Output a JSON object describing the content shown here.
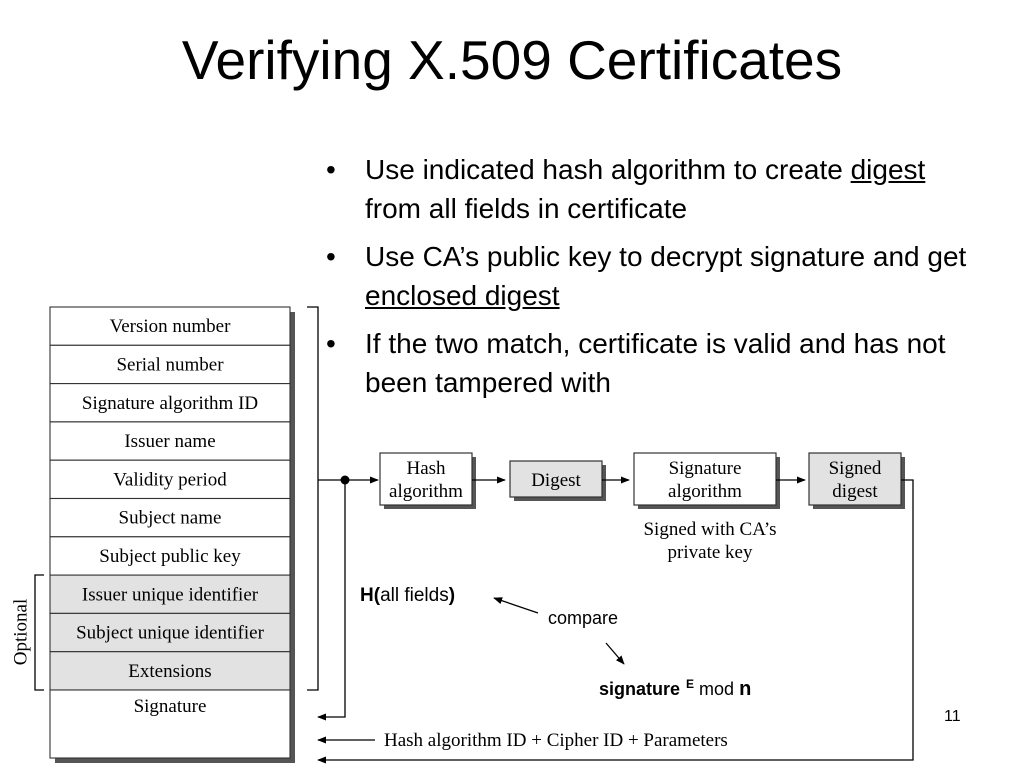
{
  "slide": {
    "title": "Verifying X.509 Certificates",
    "page_number": "11"
  },
  "bullets": [
    {
      "parts": [
        {
          "text": "Use indicated hash algorithm to create "
        },
        {
          "text": "digest",
          "underline": true
        },
        {
          "text": " from all fields in certificate"
        }
      ]
    },
    {
      "parts": [
        {
          "text": "Use CA’s public key to decrypt signature and get "
        },
        {
          "text": "enclosed digest",
          "underline": true
        }
      ]
    },
    {
      "parts": [
        {
          "text": "If the two match, certificate is valid and has not been tampered with"
        }
      ]
    }
  ],
  "certificate": {
    "fields": [
      {
        "label": "Version number",
        "shaded": false
      },
      {
        "label": "Serial number",
        "shaded": false
      },
      {
        "label": "Signature algorithm ID",
        "shaded": false
      },
      {
        "label": "Issuer name",
        "shaded": false
      },
      {
        "label": "Validity period",
        "shaded": false
      },
      {
        "label": "Subject name",
        "shaded": false
      },
      {
        "label": "Subject public key",
        "shaded": false
      },
      {
        "label": "Issuer unique identifier",
        "shaded": true
      },
      {
        "label": "Subject unique identifier",
        "shaded": true
      },
      {
        "label": "Extensions",
        "shaded": true
      }
    ],
    "signature_label": "Signature",
    "optional_label": "Optional"
  },
  "flow": {
    "hash_box": [
      "Hash",
      "algorithm"
    ],
    "digest_box": "Digest",
    "sig_alg_box": [
      "Signature",
      "algorithm"
    ],
    "signed_digest_box": [
      "Signed",
      "digest"
    ],
    "signed_with_note": [
      "Signed with CA’s",
      "private key"
    ],
    "bottom_label": "Hash algorithm ID + Cipher ID + Parameters"
  },
  "compare": {
    "h_prefix": "H(",
    "h_arg": "all fields",
    "h_suffix": ")",
    "compare_label": "compare",
    "sig_word": "signature",
    "sig_exp": "E",
    "mod_word": " mod ",
    "n_word": "n"
  },
  "colors": {
    "shaded_fill": "#e2e2e2",
    "box_stroke": "#333333",
    "shadow": "#555555",
    "text": "#000000"
  }
}
